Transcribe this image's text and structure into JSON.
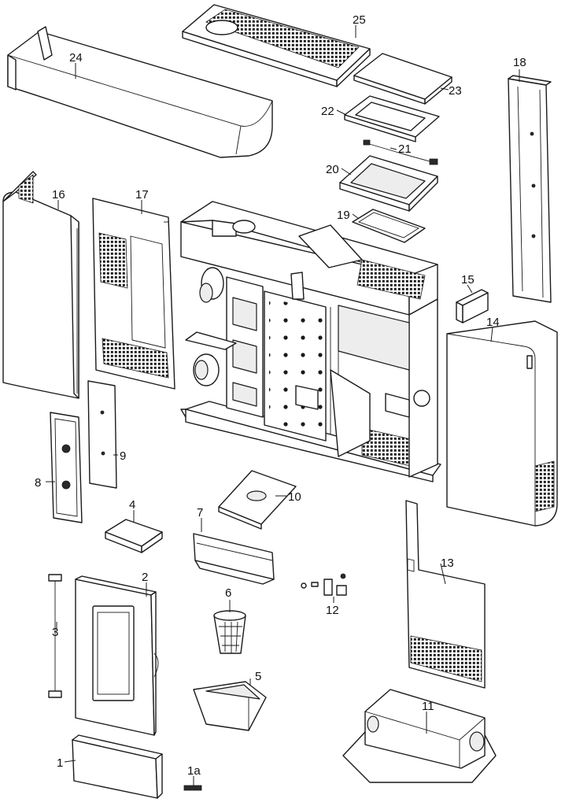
{
  "labels": {
    "p1": "1",
    "p1a": "1a",
    "p2": "2",
    "p3": "3",
    "p4": "4",
    "p5": "5",
    "p6": "6",
    "p7": "7",
    "p8": "8",
    "p9": "9",
    "p10": "10",
    "p11": "11",
    "p12": "12",
    "p13": "13",
    "p14": "14",
    "p15": "15",
    "p16": "16",
    "p17": "17",
    "p18": "18",
    "p19": "19",
    "p20": "20",
    "p21": "21",
    "p22": "22",
    "p23": "23",
    "p24": "24",
    "p25": "25"
  }
}
